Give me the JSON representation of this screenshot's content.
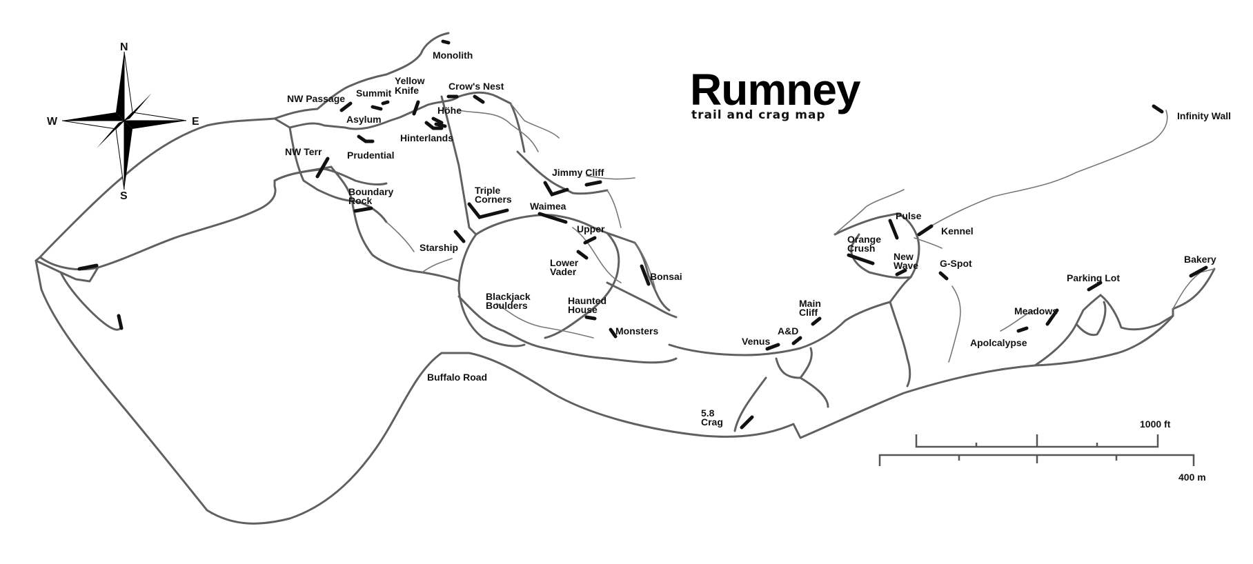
{
  "title": "Rumney",
  "subtitle": "trail and crag map",
  "compass": {
    "n": "N",
    "s": "S",
    "e": "E",
    "w": "W"
  },
  "roads": {
    "buffalo_road": "Buffalo Road"
  },
  "crags": {
    "monolith": "Monolith",
    "crows_nest": "Crow's Nest",
    "yellow_knife": [
      "Yellow",
      "Knife"
    ],
    "summit": "Summit",
    "nw_passage": "NW Passage",
    "asylum": "Asylum",
    "hohe": "Höhe",
    "hinterlands": "Hinterlands",
    "nw_terr": "NW Terr",
    "prudential": "Prudential",
    "boundary_rock": [
      "Boundary",
      "Rock"
    ],
    "jimmy_cliff": "Jimmy Cliff",
    "triple_corners": [
      "Triple",
      "Corners"
    ],
    "waimea": "Waimea",
    "starship": "Starship",
    "upper": "Upper",
    "lower_vader": [
      "Lower",
      "Vader"
    ],
    "bonsai": "Bonsai",
    "blackjack_boulders": [
      "Blackjack",
      "Boulders"
    ],
    "haunted_house": [
      "Haunted",
      "House"
    ],
    "monsters": "Monsters",
    "venus": "Venus",
    "a_and_d": "A&D",
    "main_cliff": [
      "Main",
      "Cliff"
    ],
    "five_eight_crag": [
      "5.8",
      "Crag"
    ],
    "pulse": "Pulse",
    "kennel": "Kennel",
    "orange_crush": [
      "Orange",
      "Crush"
    ],
    "new_wave": [
      "New",
      "Wave"
    ],
    "g_spot": "G-Spot",
    "infinity_wall": "Infinity Wall",
    "bakery": "Bakery",
    "parking_lot": "Parking Lot",
    "meadows": "Meadows",
    "apolcalypse": "Apolcalypse"
  },
  "scale": {
    "imperial": "1000 ft",
    "metric": "400 m"
  }
}
